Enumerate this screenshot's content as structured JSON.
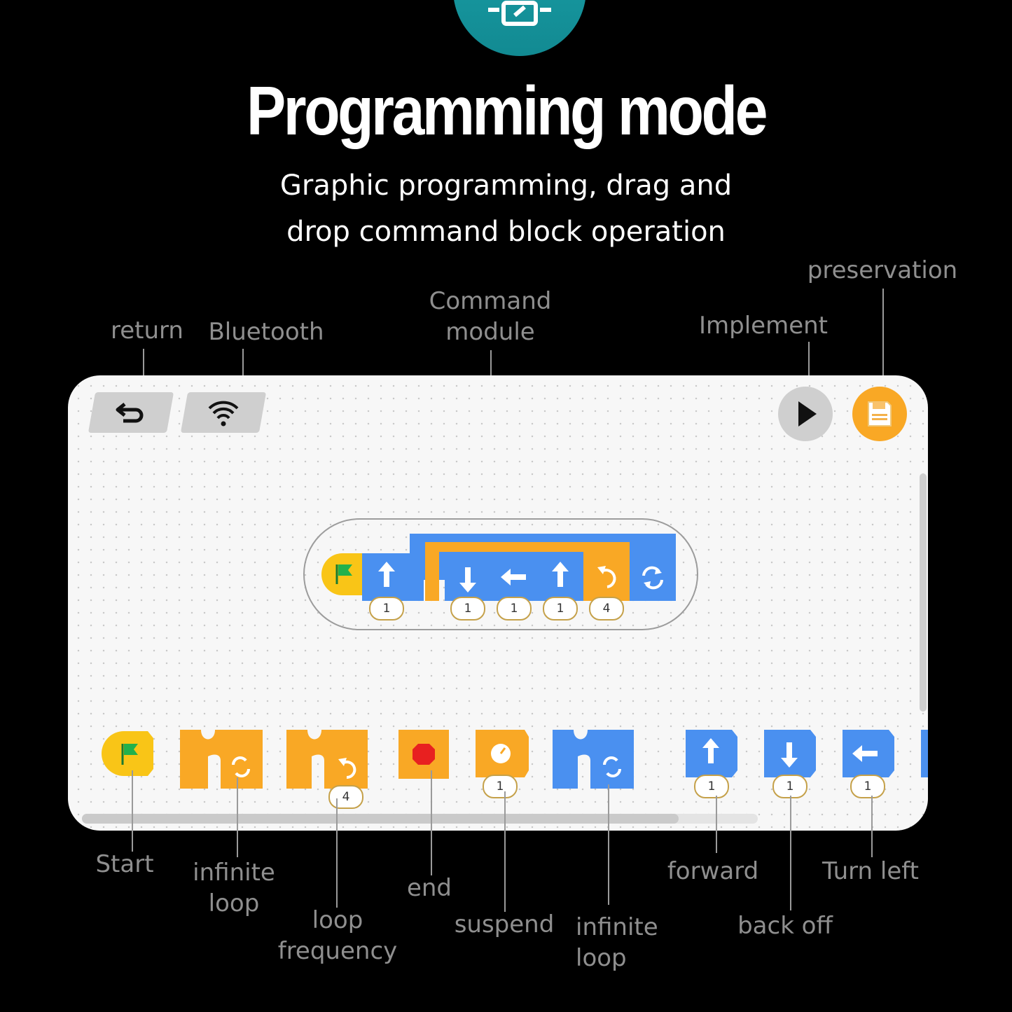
{
  "header": {
    "title": "Programming mode",
    "subtitle_line1": "Graphic programming, drag and",
    "subtitle_line2": "drop command block operation"
  },
  "labels": {
    "return": "return",
    "bluetooth": "Bluetooth",
    "command_module_1": "Command",
    "command_module_2": "module",
    "implement": "Implement",
    "preservation": "preservation",
    "start": "Start",
    "infinite_loop_1a": "infinite",
    "infinite_loop_1b": "loop",
    "loop_frequency_a": "loop",
    "loop_frequency_b": "frequency",
    "end": "end",
    "suspend": "suspend",
    "infinite_loop_2a": "infinite",
    "infinite_loop_2b": "loop",
    "forward": "forward",
    "back_off": "back off",
    "turn_left": "Turn left"
  },
  "program": {
    "forward_count": "1",
    "back_count": "1",
    "left_count": "1",
    "forward2_count": "1",
    "repeat_count": "4"
  },
  "palette": {
    "loop_count": "4",
    "suspend_count": "1",
    "forward_count": "1",
    "back_count": "1",
    "left_count": "1"
  },
  "colors": {
    "orange": "#f9a825",
    "blue": "#4a90f0",
    "yellow": "#f9c517",
    "teal": "#1aa0a8",
    "flag": "#22b14c"
  },
  "icons": [
    "return-icon",
    "wifi-icon",
    "play-icon",
    "save-icon",
    "flag-icon",
    "arrow-up-icon",
    "arrow-down-icon",
    "arrow-left-icon",
    "loop-icon",
    "repeat-icon",
    "stop-icon",
    "timer-icon"
  ]
}
